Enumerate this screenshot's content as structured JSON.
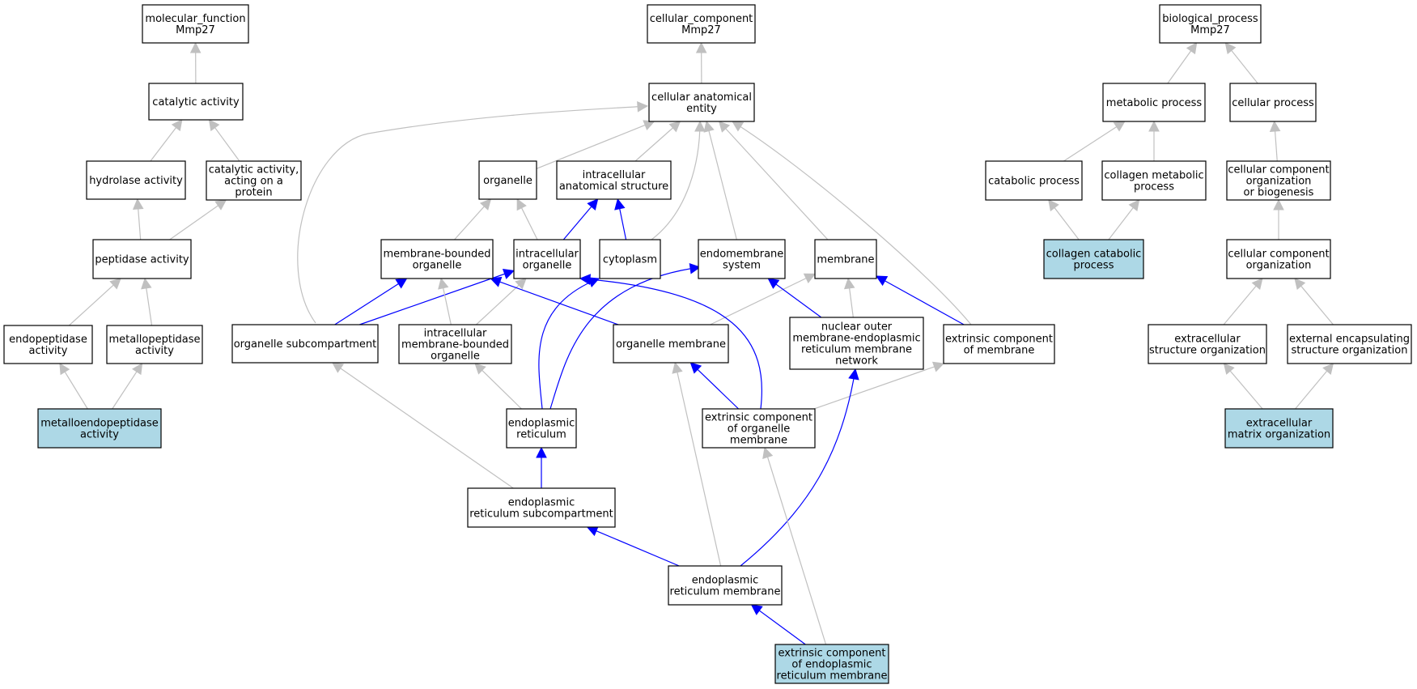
{
  "colors": {
    "background": "#ffffff",
    "node_fill": "#ffffff",
    "highlight_fill": "#add8e6",
    "border": "#000000",
    "edge_gray": "#c0c0c0",
    "edge_blue": "#0000ff"
  },
  "nodes": {
    "mf_root": {
      "lines": [
        "molecular_function",
        "Mmp27"
      ]
    },
    "catalytic": {
      "lines": [
        "catalytic activity"
      ]
    },
    "hydrolase": {
      "lines": [
        "hydrolase activity"
      ]
    },
    "cat_protein": {
      "lines": [
        "catalytic activity,",
        "acting on a",
        "protein"
      ]
    },
    "peptidase": {
      "lines": [
        "peptidase activity"
      ]
    },
    "endopeptidase": {
      "lines": [
        "endopeptidase",
        "activity"
      ]
    },
    "metallopeptidase": {
      "lines": [
        "metallopeptidase",
        "activity"
      ]
    },
    "metalloendo": {
      "lines": [
        "metalloendopeptidase",
        "activity"
      ],
      "highlight": true
    },
    "cc_root": {
      "lines": [
        "cellular_component",
        "Mmp27"
      ]
    },
    "cae": {
      "lines": [
        "cellular anatomical",
        "entity"
      ]
    },
    "organelle": {
      "lines": [
        "organelle"
      ]
    },
    "ias": {
      "lines": [
        "intracellular",
        "anatomical structure"
      ]
    },
    "mbo": {
      "lines": [
        "membrane-bounded",
        "organelle"
      ]
    },
    "io": {
      "lines": [
        "intracellular",
        "organelle"
      ]
    },
    "cytoplasm": {
      "lines": [
        "cytoplasm"
      ]
    },
    "endomembrane": {
      "lines": [
        "endomembrane",
        "system"
      ]
    },
    "membrane": {
      "lines": [
        "membrane"
      ]
    },
    "org_subcomp": {
      "lines": [
        "organelle subcompartment"
      ]
    },
    "imbo": {
      "lines": [
        "intracellular",
        "membrane-bounded",
        "organelle"
      ]
    },
    "org_membrane": {
      "lines": [
        "organelle membrane"
      ]
    },
    "nomer": {
      "lines": [
        "nuclear outer",
        "membrane-endoplasmic",
        "reticulum membrane",
        "network"
      ]
    },
    "ext_comp_mem": {
      "lines": [
        "extrinsic component",
        "of membrane"
      ]
    },
    "er": {
      "lines": [
        "endoplasmic",
        "reticulum"
      ]
    },
    "ext_comp_org": {
      "lines": [
        "extrinsic component",
        "of organelle",
        "membrane"
      ]
    },
    "er_subcomp": {
      "lines": [
        "endoplasmic",
        "reticulum subcompartment"
      ]
    },
    "er_membrane": {
      "lines": [
        "endoplasmic",
        "reticulum membrane"
      ]
    },
    "ext_comp_er": {
      "lines": [
        "extrinsic component",
        "of endoplasmic",
        "reticulum membrane"
      ],
      "highlight": true
    },
    "bp_root": {
      "lines": [
        "biological_process",
        "Mmp27"
      ]
    },
    "metabolic": {
      "lines": [
        "metabolic process"
      ]
    },
    "cellular_proc": {
      "lines": [
        "cellular process"
      ]
    },
    "catabolic": {
      "lines": [
        "catabolic process"
      ]
    },
    "collagen_met": {
      "lines": [
        "collagen metabolic",
        "process"
      ]
    },
    "ccob": {
      "lines": [
        "cellular component",
        "organization",
        "or biogenesis"
      ]
    },
    "collagen_cat": {
      "lines": [
        "collagen catabolic",
        "process"
      ],
      "highlight": true
    },
    "cco": {
      "lines": [
        "cellular component",
        "organization"
      ]
    },
    "ext_struct": {
      "lines": [
        "extracellular",
        "structure organization"
      ]
    },
    "ext_encap": {
      "lines": [
        "external encapsulating",
        "structure organization"
      ]
    },
    "ecm": {
      "lines": [
        "extracellular",
        "matrix organization"
      ],
      "highlight": true
    }
  },
  "edges": [
    {
      "from": "catalytic",
      "to": "mf_root",
      "color": "gray"
    },
    {
      "from": "hydrolase",
      "to": "catalytic",
      "color": "gray"
    },
    {
      "from": "cat_protein",
      "to": "catalytic",
      "color": "gray"
    },
    {
      "from": "peptidase",
      "to": "hydrolase",
      "color": "gray"
    },
    {
      "from": "peptidase",
      "to": "cat_protein",
      "color": "gray"
    },
    {
      "from": "endopeptidase",
      "to": "peptidase",
      "color": "gray"
    },
    {
      "from": "metallopeptidase",
      "to": "peptidase",
      "color": "gray"
    },
    {
      "from": "metalloendo",
      "to": "endopeptidase",
      "color": "gray"
    },
    {
      "from": "metalloendo",
      "to": "metallopeptidase",
      "color": "gray"
    },
    {
      "from": "cae",
      "to": "cc_root",
      "color": "gray"
    },
    {
      "from": "organelle",
      "to": "cae",
      "color": "gray"
    },
    {
      "from": "ias",
      "to": "cae",
      "color": "gray"
    },
    {
      "from": "cytoplasm",
      "to": "cae",
      "color": "gray"
    },
    {
      "from": "endomembrane",
      "to": "cae",
      "color": "gray"
    },
    {
      "from": "membrane",
      "to": "cae",
      "color": "gray"
    },
    {
      "from": "ext_comp_mem",
      "to": "cae",
      "color": "gray"
    },
    {
      "from": "org_subcomp",
      "to": "cae",
      "color": "gray"
    },
    {
      "from": "mbo",
      "to": "organelle",
      "color": "gray"
    },
    {
      "from": "io",
      "to": "organelle",
      "color": "gray"
    },
    {
      "from": "io",
      "to": "ias",
      "color": "blue"
    },
    {
      "from": "cytoplasm",
      "to": "ias",
      "color": "blue"
    },
    {
      "from": "org_subcomp",
      "to": "mbo",
      "color": "blue"
    },
    {
      "from": "org_subcomp",
      "to": "io",
      "color": "blue"
    },
    {
      "from": "imbo",
      "to": "mbo",
      "color": "gray"
    },
    {
      "from": "imbo",
      "to": "io",
      "color": "gray"
    },
    {
      "from": "org_membrane",
      "to": "mbo",
      "color": "blue"
    },
    {
      "from": "org_membrane",
      "to": "membrane",
      "color": "gray"
    },
    {
      "from": "nomer",
      "to": "endomembrane",
      "color": "blue"
    },
    {
      "from": "nomer",
      "to": "membrane",
      "color": "gray"
    },
    {
      "from": "ext_comp_mem",
      "to": "membrane",
      "color": "blue"
    },
    {
      "from": "er",
      "to": "imbo",
      "color": "gray"
    },
    {
      "from": "er",
      "to": "cytoplasm",
      "color": "blue"
    },
    {
      "from": "er",
      "to": "endomembrane",
      "color": "blue"
    },
    {
      "from": "ext_comp_org",
      "to": "org_membrane",
      "color": "blue"
    },
    {
      "from": "ext_comp_org",
      "to": "io",
      "color": "blue"
    },
    {
      "from": "ext_comp_org",
      "to": "ext_comp_mem",
      "color": "gray"
    },
    {
      "from": "er_subcomp",
      "to": "er",
      "color": "blue"
    },
    {
      "from": "er_subcomp",
      "to": "org_subcomp",
      "color": "gray"
    },
    {
      "from": "er_membrane",
      "to": "er_subcomp",
      "color": "blue"
    },
    {
      "from": "er_membrane",
      "to": "org_membrane",
      "color": "gray"
    },
    {
      "from": "er_membrane",
      "to": "nomer",
      "color": "blue"
    },
    {
      "from": "ext_comp_er",
      "to": "er_membrane",
      "color": "blue"
    },
    {
      "from": "ext_comp_er",
      "to": "ext_comp_org",
      "color": "gray"
    },
    {
      "from": "metabolic",
      "to": "bp_root",
      "color": "gray"
    },
    {
      "from": "cellular_proc",
      "to": "bp_root",
      "color": "gray"
    },
    {
      "from": "catabolic",
      "to": "metabolic",
      "color": "gray"
    },
    {
      "from": "collagen_met",
      "to": "metabolic",
      "color": "gray"
    },
    {
      "from": "ccob",
      "to": "cellular_proc",
      "color": "gray"
    },
    {
      "from": "collagen_cat",
      "to": "catabolic",
      "color": "gray"
    },
    {
      "from": "collagen_cat",
      "to": "collagen_met",
      "color": "gray"
    },
    {
      "from": "cco",
      "to": "ccob",
      "color": "gray"
    },
    {
      "from": "ext_struct",
      "to": "cco",
      "color": "gray"
    },
    {
      "from": "ext_encap",
      "to": "cco",
      "color": "gray"
    },
    {
      "from": "ecm",
      "to": "ext_struct",
      "color": "gray"
    },
    {
      "from": "ecm",
      "to": "ext_encap",
      "color": "gray"
    }
  ]
}
